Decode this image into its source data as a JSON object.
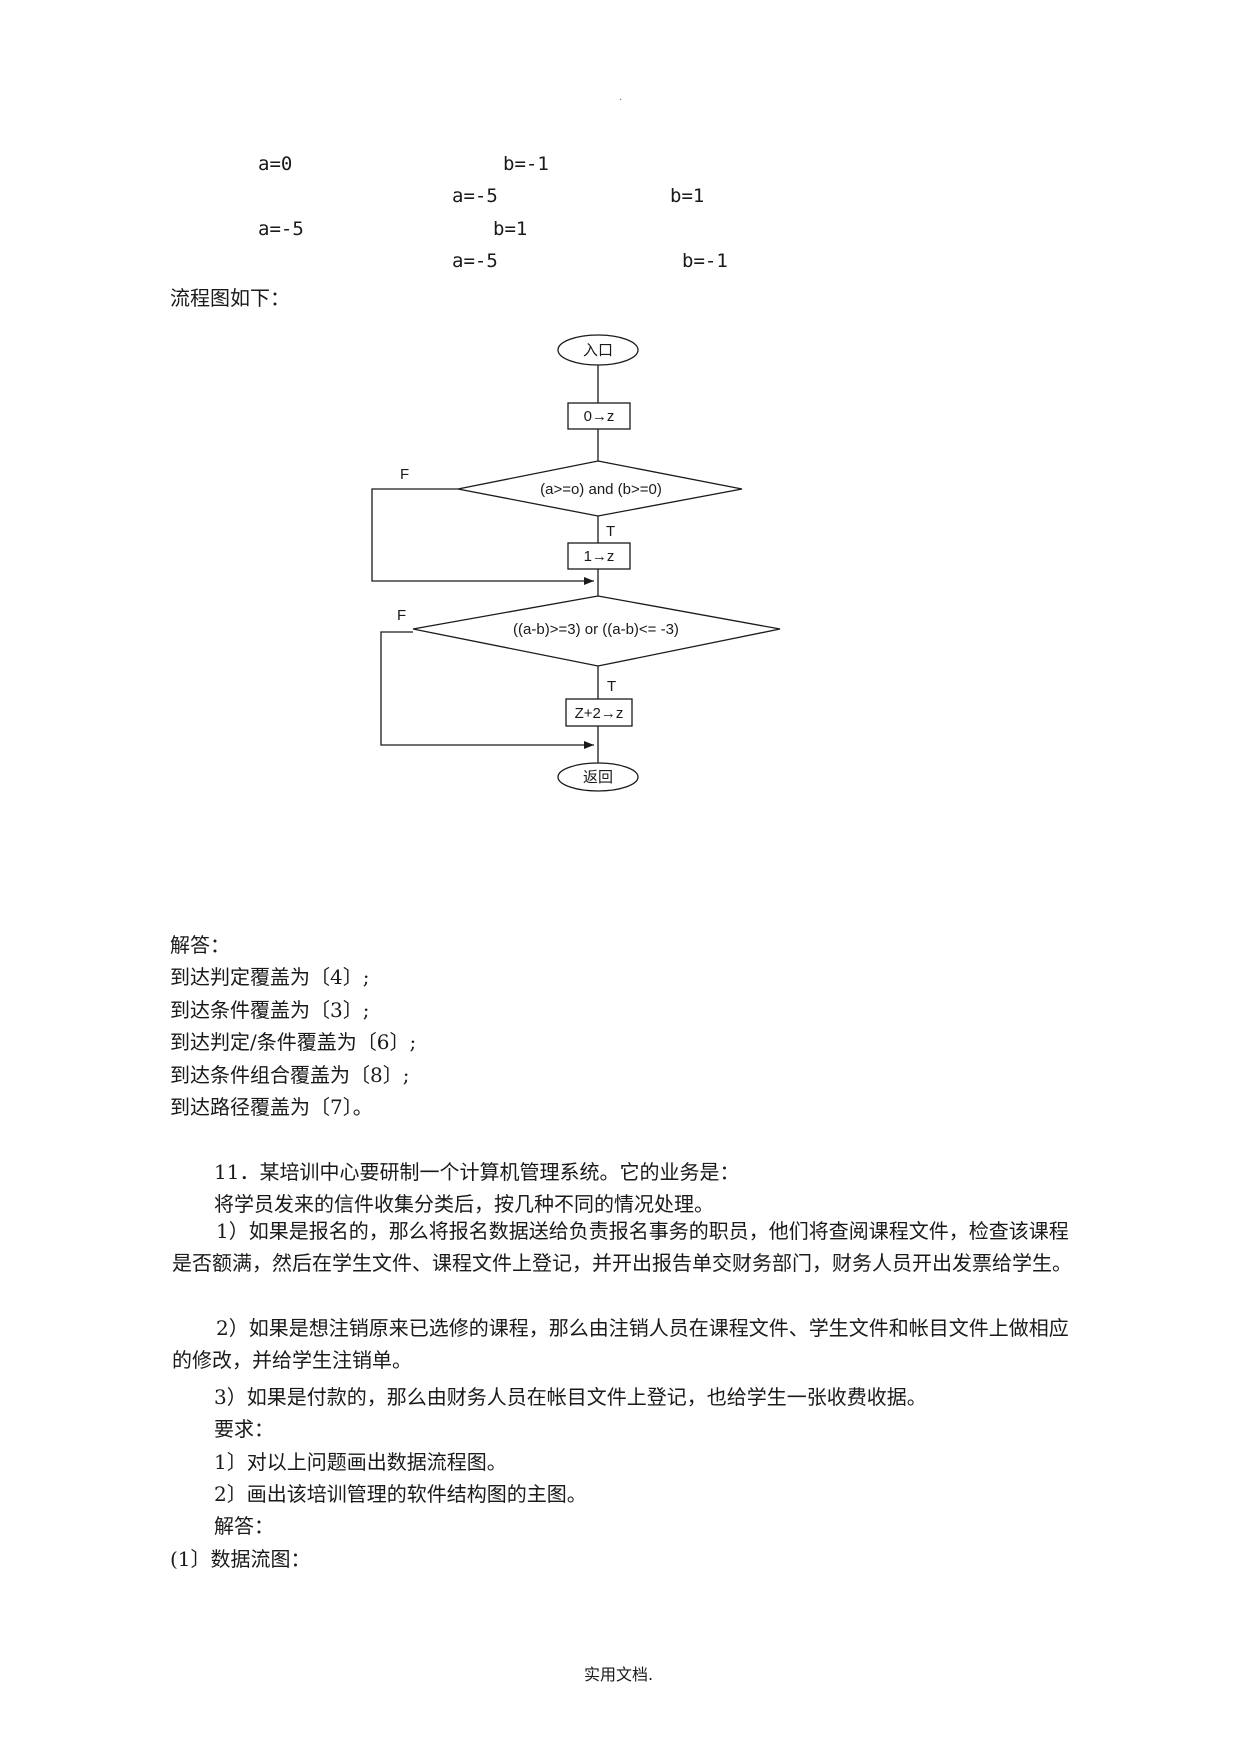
{
  "header": {
    "mark": "."
  },
  "cases": [
    {
      "a": "a=0",
      "b": "b=-1"
    },
    {
      "a": "a=-5",
      "b": "b=1"
    },
    {
      "a": "a=-5",
      "b": "b=1"
    },
    {
      "a": "a=-5",
      "b": "b=-1"
    }
  ],
  "flow_intro": "流程图如下：",
  "flowchart": {
    "start": "入口",
    "step1": "0→z",
    "decision1": "(a>=o)  and  (b>=0)",
    "step2": "1→z",
    "decision2": "((a-b)>=3)  or  ((a-b)<= -3)",
    "step3": "Z+2→z",
    "end": "返回",
    "true_label": "T",
    "false_label": "F"
  },
  "answer": {
    "heading": "解答：",
    "lines": [
      "到达判定覆盖为〔4〕;",
      "到达条件覆盖为〔3〕;",
      "到达判定/条件覆盖为〔6〕;",
      "到达条件组合覆盖为〔8〕;",
      "到达路径覆盖为〔7〕。"
    ]
  },
  "problem11": {
    "title": "11．某培训中心要研制一个计算机管理系统。它的业务是：",
    "intro": "将学员发来的信件收集分类后，按几种不同的情况处理。",
    "item1": "1）如果是报名的，那么将报名数据送给负责报名事务的职员，他们将查阅课程文件，检查该课程是否额满，然后在学生文件、课程文件上登记，并开出报告单交财务部门，财务人员开出发票给学生。",
    "item2": "2）如果是想注销原来已选修的课程，那么由注销人员在课程文件、学生文件和帐目文件上做相应的修改，并给学生注销单。",
    "item3": "3）如果是付款的，那么由财务人员在帐目文件上登记，也给学生一张收费收据。",
    "req_heading": "要求：",
    "req1": "1〕对以上问题画出数据流程图。",
    "req2": "2〕画出该培训管理的软件结构图的主图。",
    "ans_heading": "解答：",
    "dfd_heading": "(1〕数据流图："
  },
  "footer": "实用文档."
}
